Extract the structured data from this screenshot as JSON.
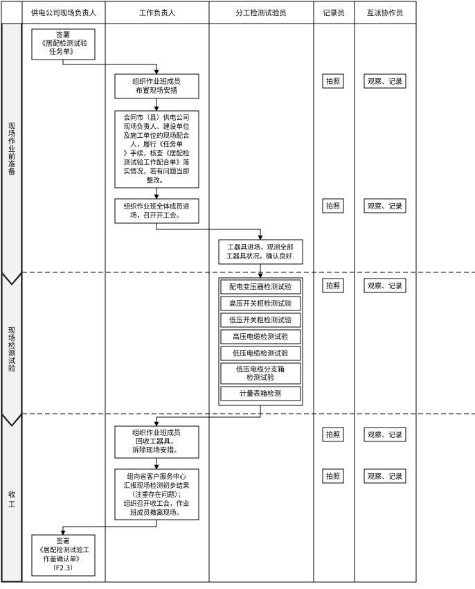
{
  "columns": [
    "供电公司现场负责人",
    "工作负责人",
    "分工检测试验员",
    "记录员",
    "互派协作员"
  ],
  "phases": [
    {
      "id": "prep",
      "label": "现场作业前准备"
    },
    {
      "id": "test",
      "label": "现场检测试验"
    },
    {
      "id": "close",
      "label": "收工"
    }
  ],
  "boxes": {
    "sign_task": [
      "签署",
      "《居配检测试验",
      "任务单》"
    ],
    "organize_safety": [
      "组织作业班成员",
      "布置现场安措"
    ],
    "coordinate": [
      "会同市（县）供电公司",
      "现场负责人、建设单位",
      "及施工单位的现场配合",
      "人，履行《任务单",
      "》手续，核查《居配检",
      "测试验工作配合单》落",
      "实情况，若有问题当即",
      "整改。"
    ],
    "kickoff": [
      "组织作业班全体成员进",
      "场，召开开工会。"
    ],
    "tools_enter": [
      "工器具进场，观测全部",
      "工器具状况，确认良好."
    ],
    "tests": [
      [
        "配电变压器检测试验"
      ],
      [
        "高压开关柜检测试验"
      ],
      [
        "低压开关柜检测试验"
      ],
      [
        "高压电缆检测试验"
      ],
      [
        "低压电缆检测试验"
      ],
      [
        "低压电缆分支箱",
        "检测试验"
      ],
      [
        "计量表箱检测"
      ]
    ],
    "recover": [
      "组织作业班成员",
      "回收工器具，",
      "拆除现场安措。"
    ],
    "report": [
      "组向省客户服务中心",
      "汇报现场检测初步结果",
      "（注重存在问题）；",
      "组织召开收工会，作业",
      "班成员撤离现场。"
    ],
    "sign_confirm": [
      "签署",
      "《居配检测试验工",
      "作量确认单》",
      "（F2.3）"
    ]
  },
  "side_labels": {
    "photo": "拍照",
    "observe": "观察、记录"
  }
}
